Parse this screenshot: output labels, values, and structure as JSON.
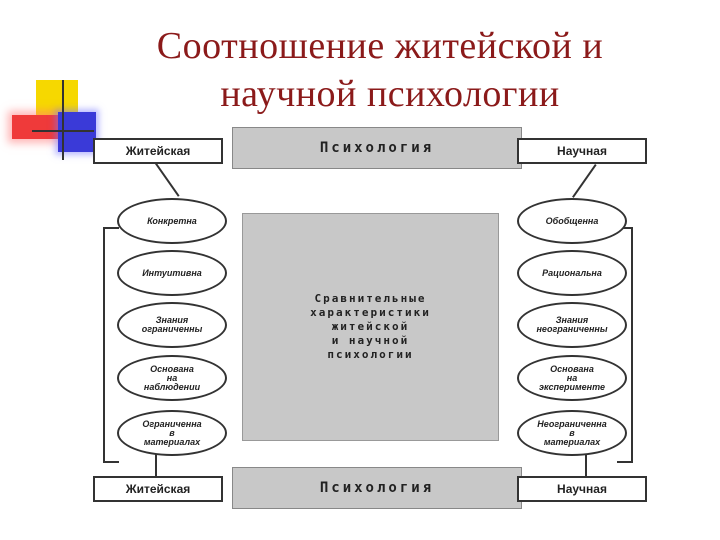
{
  "title": {
    "line1": "Соотношение житейской и",
    "line2": "научной психологии"
  },
  "diagram": {
    "top_center": "Психология",
    "bottom_center": "Психология",
    "left_label_top": "Житейская",
    "right_label_top": "Научная",
    "left_label_bottom": "Житейская",
    "right_label_bottom": "Научная",
    "center_text": "Сравнительные\nхарактеристики\nжитейской\nи научной\nпсихологии",
    "left_items": [
      "Конкретна",
      "Интуитивна",
      "Знания\nограниченны",
      "Основана\nна\nнаблюдении",
      "Ограниченна\nв\nматериалах"
    ],
    "right_items": [
      "Обобщенна",
      "Рациональна",
      "Знания\nнеограниченны",
      "Основана\nна\nэксперименте",
      "Неограниченна\nв\nматериалах"
    ]
  },
  "colors": {
    "title": "#8b1a1a",
    "panel": "#c8c8c8",
    "deco_yellow": "#f6d800",
    "deco_red": "#ef3a3a",
    "deco_blue": "#3a3ad8"
  }
}
